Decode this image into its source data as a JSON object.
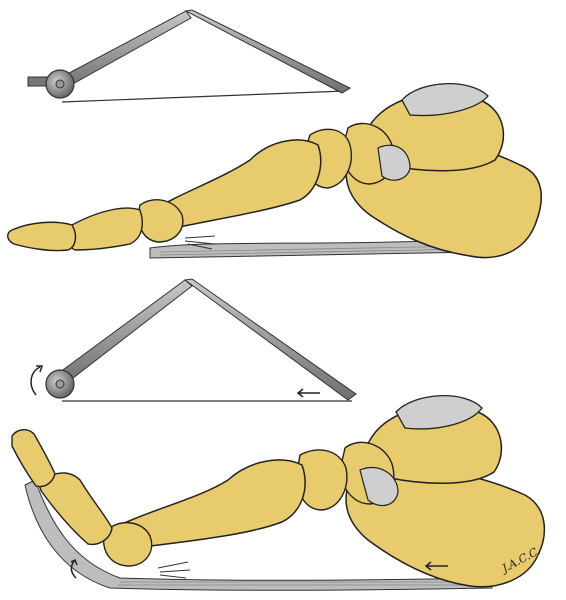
{
  "signature": "J.A.C.C.",
  "colors": {
    "bone": "#e8cb6c",
    "bone_shade": "#cfa94a",
    "cartilage": "#c9c9c9",
    "outline": "#222222",
    "rod": "#9a9a9a",
    "rod_dark": "#5a5a5a",
    "fascia": "#b8b8b8",
    "background": "#ffffff"
  },
  "panels": [
    {
      "name": "top",
      "state": "toes flat, windlass relaxed"
    },
    {
      "name": "bottom",
      "state": "toes dorsiflexed, windlass tightened"
    }
  ],
  "icons": [
    "windlass-pulley-icon",
    "rotation-arrow-icon",
    "tension-arrow-icon"
  ]
}
